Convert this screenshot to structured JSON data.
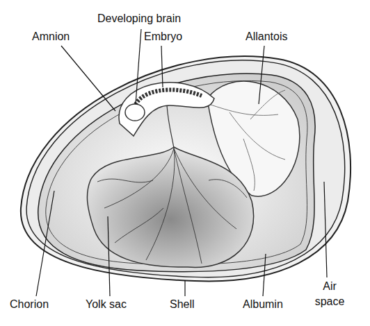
{
  "diagram": {
    "labels": [
      "Developing brain",
      "Amnion",
      "Embryo",
      "Allantois",
      "Chorion",
      "Yolk sac",
      "Shell",
      "Albumin",
      "Air space"
    ]
  }
}
